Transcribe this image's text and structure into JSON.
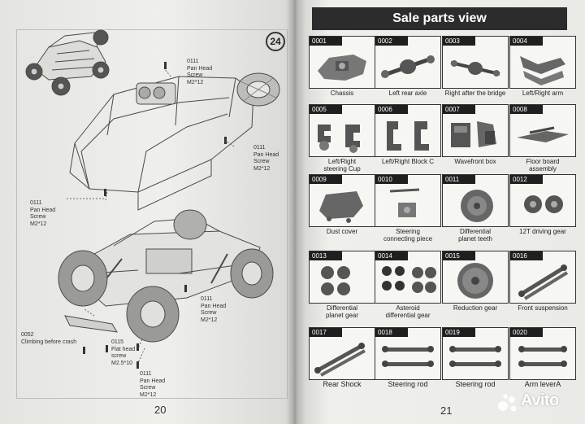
{
  "left_page": {
    "step_number": "24",
    "page_number": "20",
    "callouts": [
      {
        "id": "screw-top",
        "text": "0111\nPan Head\nScrew\nM2*12"
      },
      {
        "id": "screw-right",
        "text": "0111\nPan Head\nScrew\nM2*12"
      },
      {
        "id": "screw-left",
        "text": "0111\nPan Head\nScrew\nM2*12"
      },
      {
        "id": "screw-bottom-right",
        "text": "0111\nPan Head\nScrew\nM2*12"
      },
      {
        "id": "climbing-part",
        "text": "0052\nClimbing before crash"
      },
      {
        "id": "flat-head-screw",
        "text": "0115\nFlat head\nscrew\nM2.5*10"
      },
      {
        "id": "screw-bottom",
        "text": "0111\nPan Head\nScrew\nM2*12"
      }
    ]
  },
  "right_page": {
    "title": "Sale parts view",
    "page_number": "21",
    "parts": [
      {
        "number": "0001",
        "name": "Chassis",
        "icon": "chassis-icon"
      },
      {
        "number": "0002",
        "name": "Left rear axle",
        "icon": "rear-axle-icon"
      },
      {
        "number": "0003",
        "name": "Right after the bridge",
        "icon": "bridge-axle-icon"
      },
      {
        "number": "0004",
        "name": "Left/Right arm",
        "icon": "suspension-arm-icon"
      },
      {
        "number": "0005",
        "name": "Left/Right\nsteering Cup",
        "icon": "steering-cup-icon"
      },
      {
        "number": "0006",
        "name": "Left/Right Block C",
        "icon": "block-c-icon"
      },
      {
        "number": "0007",
        "name": "Wavefront box",
        "icon": "gearbox-icon"
      },
      {
        "number": "0008",
        "name": "Floor board\nassembly",
        "icon": "floor-board-icon"
      },
      {
        "number": "0009",
        "name": "Dust cover",
        "icon": "dust-cover-icon"
      },
      {
        "number": "0010",
        "name": "Steering\nconnecting piece",
        "icon": "steering-link-icon"
      },
      {
        "number": "0011",
        "name": "Differential\nplanet teeth",
        "icon": "bevel-gear-icon"
      },
      {
        "number": "0012",
        "name": "12T driving gear",
        "icon": "driving-gear-icon"
      },
      {
        "number": "0013",
        "name": "Differential\nplanet gear",
        "icon": "planet-gear-icon"
      },
      {
        "number": "0014",
        "name": "Asteroid\ndifferential gear",
        "icon": "washer-gear-icon"
      },
      {
        "number": "0015",
        "name": "Reduction gear",
        "icon": "spur-gear-icon"
      },
      {
        "number": "0016",
        "name": "Front suspension",
        "icon": "front-shock-icon"
      },
      {
        "number": "0017",
        "name": "Rear Shock",
        "icon": "rear-shock-icon"
      },
      {
        "number": "0018",
        "name": "Steering rod",
        "icon": "tie-rod-icon"
      },
      {
        "number": "0019",
        "name": "Steering rod",
        "icon": "tie-rod-icon"
      },
      {
        "number": "0020",
        "name": "Arm leverA",
        "icon": "arm-lever-icon"
      }
    ]
  },
  "watermark": {
    "brand": "Avito",
    "icon": "avito-dots-icon"
  },
  "colors": {
    "header_bar": "#2c2c2c",
    "badge": "#1f1f1f",
    "paper": "#ebebe8"
  }
}
